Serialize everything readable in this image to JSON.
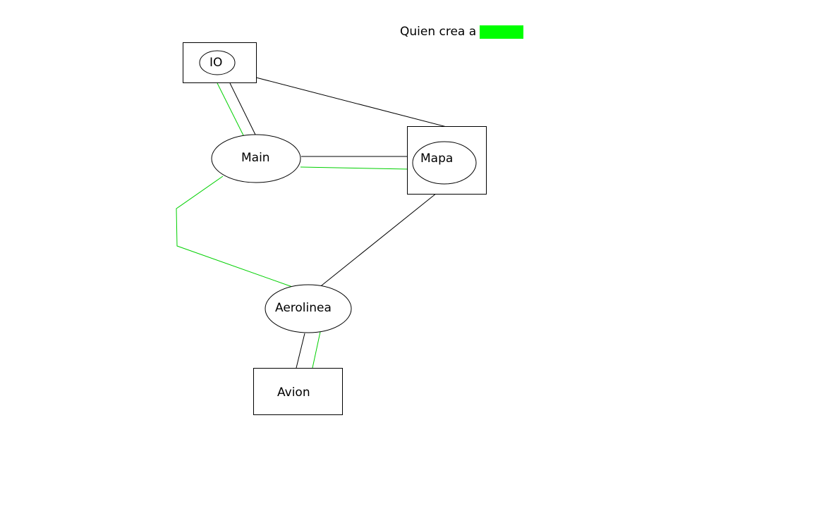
{
  "legend": {
    "text": "Quien crea a",
    "swatch_color": "#00ff00"
  },
  "colors": {
    "creation_edge": "#00d000",
    "association_edge": "#000000"
  },
  "nodes": {
    "io": "IO",
    "main": "Main",
    "mapa": "Mapa",
    "aerolinea": "Aerolinea",
    "avion": "Avion"
  },
  "edges": [
    {
      "from": "IO",
      "to": "Main",
      "kind": "association",
      "color": "black"
    },
    {
      "from": "IO",
      "to": "Main",
      "kind": "creation",
      "color": "green"
    },
    {
      "from": "IO",
      "to": "Mapa",
      "kind": "association",
      "color": "black"
    },
    {
      "from": "Main",
      "to": "Mapa",
      "kind": "association",
      "color": "black"
    },
    {
      "from": "Main",
      "to": "Mapa",
      "kind": "creation",
      "color": "green"
    },
    {
      "from": "Main",
      "to": "Aerolinea",
      "kind": "creation",
      "color": "green"
    },
    {
      "from": "Mapa",
      "to": "Aerolinea",
      "kind": "association",
      "color": "black"
    },
    {
      "from": "Aerolinea",
      "to": "Avion",
      "kind": "association",
      "color": "black"
    },
    {
      "from": "Aerolinea",
      "to": "Avion",
      "kind": "creation",
      "color": "green"
    }
  ]
}
